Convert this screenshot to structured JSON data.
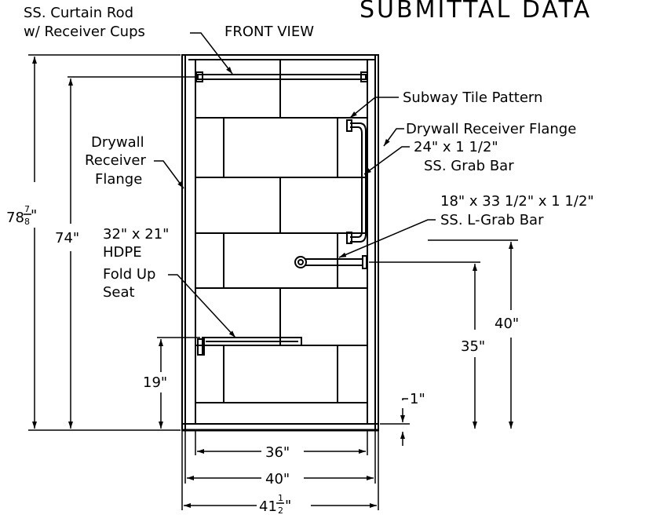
{
  "title": "SUBMITTAL DATA",
  "view_label": "FRONT VIEW",
  "labels": {
    "curtain_rod_line1": "SS. Curtain Rod",
    "curtain_rod_line2": "w/ Receiver Cups",
    "subway_tile": "Subway Tile Pattern",
    "drywall_flange_right": "Drywall Receiver Flange",
    "drywall_flange_left_line1": "Drywall",
    "drywall_flange_left_line2": "Receiver",
    "drywall_flange_left_line3": "Flange",
    "grab_bar_line1": "24\" x 1 1/2\"",
    "grab_bar_line2": "SS. Grab Bar",
    "l_grab_bar_line1": "18\" x 33 1/2\" x 1 1/2\"",
    "l_grab_bar_line2": "SS. L-Grab Bar",
    "seat_line1": "32\" x 21\"",
    "seat_line2": "HDPE",
    "seat_line3": "Fold Up",
    "seat_line4": "Seat"
  },
  "dimensions": {
    "overall_height_whole": "78",
    "overall_height_num": "7",
    "overall_height_den": "8",
    "overall_height_unit": "\"",
    "rod_height": "74\"",
    "seat_height": "19\"",
    "threshold": "1\"",
    "grab_bar_height_35": "35\"",
    "grab_bar_height_40": "40\"",
    "inner_width": "36\"",
    "mid_width": "40\"",
    "overall_width_whole": "41",
    "overall_width_num": "1",
    "overall_width_den": "2",
    "overall_width_unit": "\""
  }
}
